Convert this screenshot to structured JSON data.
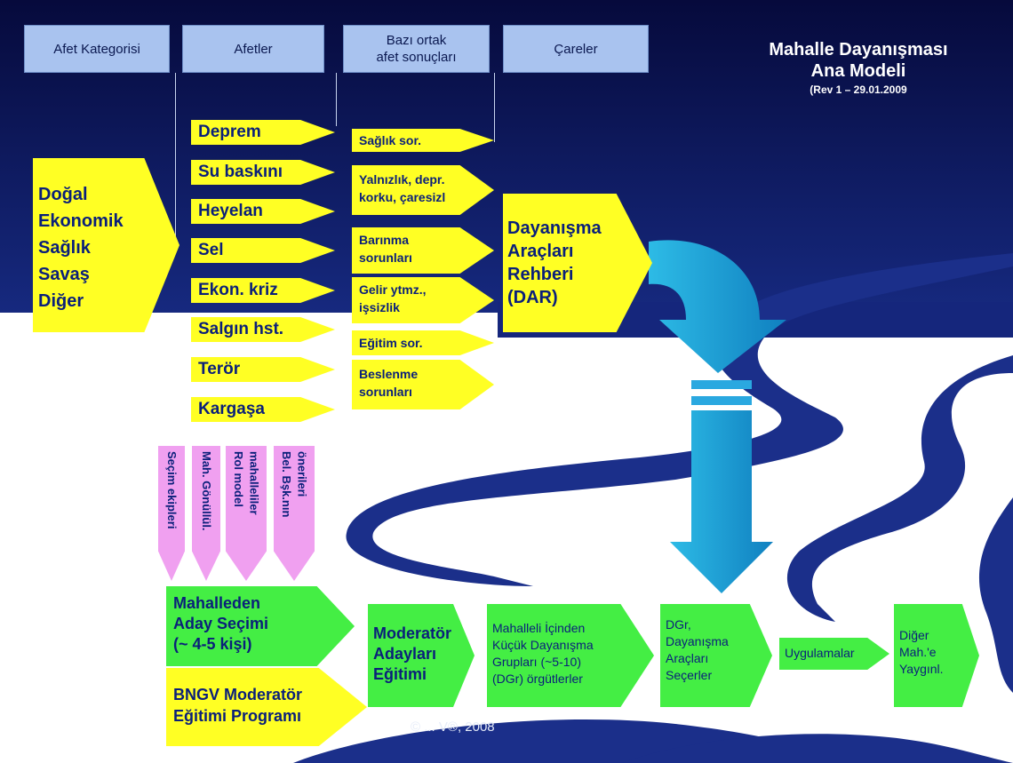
{
  "headers": {
    "afet_kategorisi": "Afet Kategorisi",
    "afetler": "Afetler",
    "ortak_sonuclar_1": "Bazı ortak",
    "ortak_sonuclar_2": "afet sonuçları",
    "careler": "Çareler"
  },
  "title": {
    "line1": "Mahalle Dayanışması",
    "line2": "Ana Modeli",
    "line3": "(Rev 1 – 29.01.2009"
  },
  "categories": [
    "Doğal",
    "Ekonomik",
    "Sağlık",
    "Savaş",
    "Diğer"
  ],
  "disasters": [
    "Deprem",
    "Su baskını",
    "Heyelan",
    "Sel",
    "Ekon. kriz",
    "Salgın hst.",
    "Terör",
    "Kargaşa"
  ],
  "results": [
    {
      "l1": "Sağlık sor.",
      "l2": ""
    },
    {
      "l1": "Yalnızlık, depr.",
      "l2": "korku, çaresizl"
    },
    {
      "l1": "Barınma",
      "l2": "sorunları"
    },
    {
      "l1": "Gelir ytmz.,",
      "l2": "işsizlik"
    },
    {
      "l1": "Eğitim sor.",
      "l2": ""
    },
    {
      "l1": "Beslenme",
      "l2": "sorunları"
    }
  ],
  "dar": {
    "l1": "Dayanışma",
    "l2": "Araçları",
    "l3": "Rehberi",
    "l4": "(DAR)"
  },
  "sources": [
    {
      "l1": "Seçim ekipleri",
      "l2": ""
    },
    {
      "l1": "Mah. Gönüllül.",
      "l2": ""
    },
    {
      "l1": "Rol model",
      "l2": "mahalleliler"
    },
    {
      "l1": "Bel. Bşk.nın",
      "l2": "önerileri"
    }
  ],
  "process": {
    "aday_secimi": {
      "l1": "Mahalleden",
      "l2": "Aday Seçimi",
      "l3": "(~ 4-5 kişi)"
    },
    "bngv": {
      "l1": "BNGV Moderatör",
      "l2": "Eğitimi Programı"
    },
    "moderator": {
      "l1": "Moderatör",
      "l2": "Adayları",
      "l3": "Eğitimi"
    },
    "gruplar": {
      "l1": "Mahalleli İçinden",
      "l2": "Küçük Dayanışma",
      "l3": "Grupları (~5-10)",
      "l4": "(DGr) örgütlerler"
    },
    "dgr": {
      "l1": "DGr,",
      "l2": "Dayanışma",
      "l3": "Araçları",
      "l4": "Seçerler"
    },
    "uygulamalar": "Uygulamalar",
    "diger": {
      "l1": "Diğer",
      "l2": "Mah.'e",
      "l3": "Yaygınl."
    }
  },
  "copyright": "© ... V®, 2008",
  "colors": {
    "navy_top": "#060a3c",
    "navy_mid": "#15267c",
    "header_box": "#a9c3ef",
    "yellow": "#ffff24",
    "green": "#44ee44",
    "pink": "#f0a0f0",
    "teal_arrow": "#1aa0d8",
    "river": "#1b2f8a",
    "text_dark": "#0a1f7a"
  }
}
